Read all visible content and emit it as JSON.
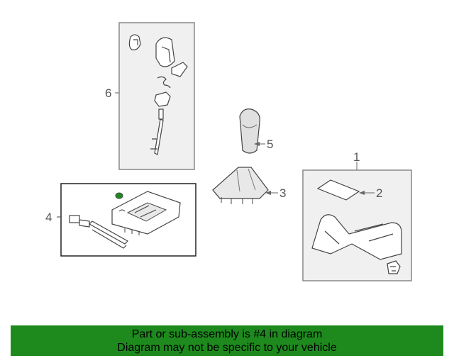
{
  "diagram": {
    "callouts": [
      "1",
      "2",
      "3",
      "4",
      "5",
      "6"
    ]
  },
  "banner": {
    "line1": "Part or sub-assembly is #4 in diagram",
    "line2": "Diagram may not be specific to your vehicle",
    "color": "#1e8a1e"
  },
  "icons": [
    "shift-knob",
    "shift-boot",
    "shift-lever-assembly",
    "console-bezel",
    "shift-cable",
    "console-trim-panel",
    "cover-plate",
    "clip"
  ]
}
